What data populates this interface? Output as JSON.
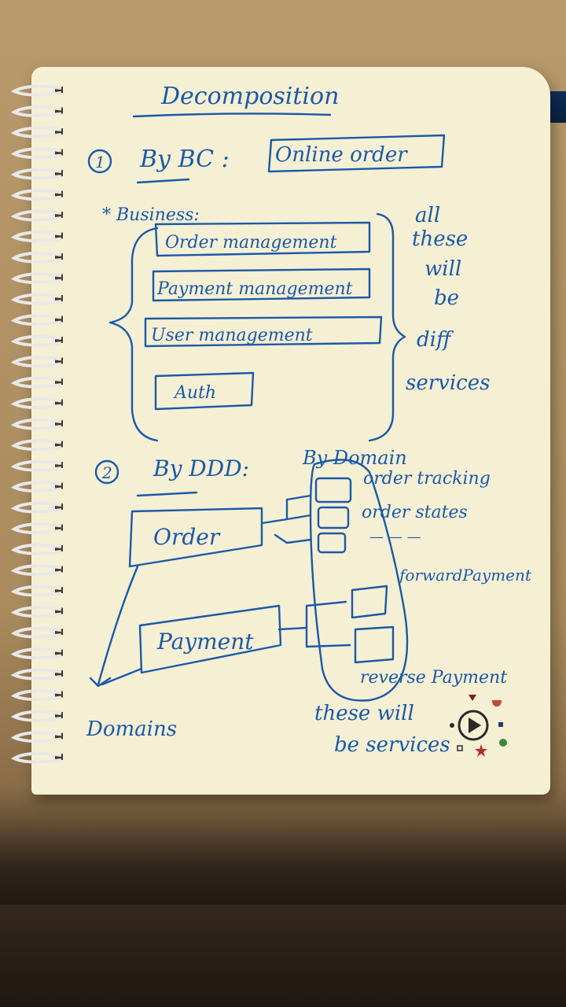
{
  "title": "Decomposition",
  "section1": {
    "number": "1",
    "label": "By BC :",
    "box": "Online order",
    "business_label": "* Business:",
    "items": [
      "Order management",
      "Payment management",
      "User management",
      "Auth"
    ],
    "note_lines": [
      "all",
      "these",
      "will",
      "be",
      "diff",
      "services"
    ]
  },
  "section2": {
    "number": "2",
    "label": "By DDD:",
    "subtitle": "By Domain",
    "order_box": "Order",
    "payment_box": "Payment",
    "order_services": [
      "order tracking",
      "order states",
      "— — —"
    ],
    "payment_services": [
      "forwardPayment",
      "reverse Payment"
    ],
    "domains_label": "Domains",
    "services_note_lines": [
      "these will",
      "be services"
    ]
  },
  "colors": {
    "ink": "#1a5aa8",
    "paper": "#f5efd4",
    "desk": "#b89a6c"
  },
  "watermark_icon": "play-logo-icon"
}
